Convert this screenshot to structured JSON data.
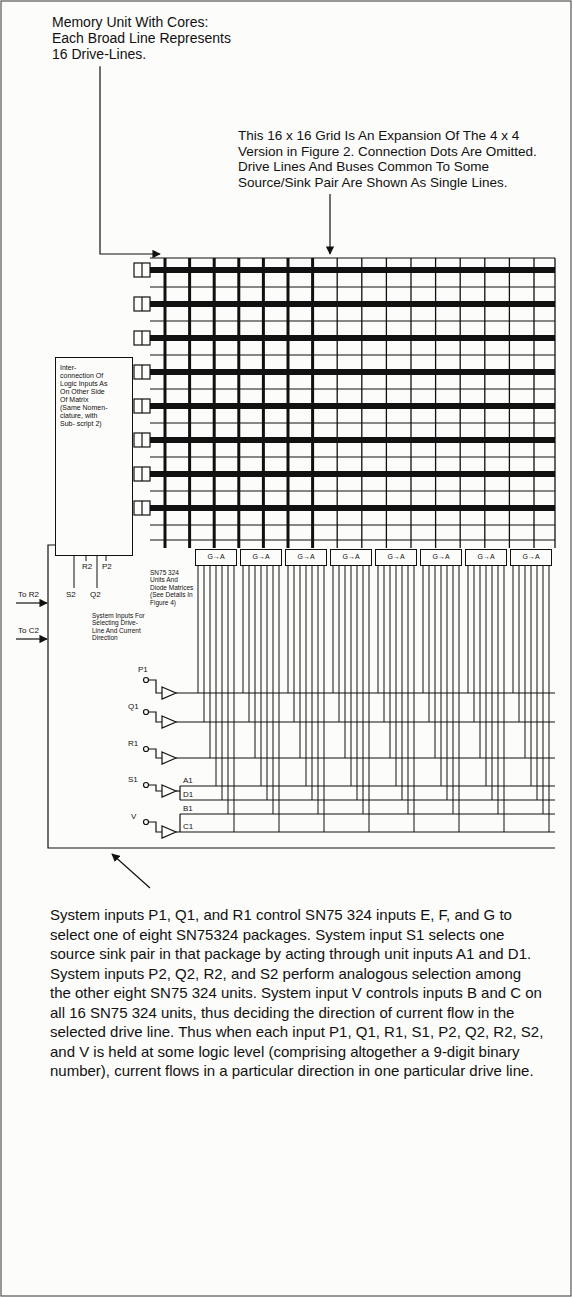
{
  "diagram": {
    "caption": "System inputs P1, Q1, and R1 control SN75 324 inputs E, F, and G to select one of eight SN75324 packages. System input S1 selects one source sink pair in that package by acting through unit inputs A1 and D1. System inputs P2, Q2, R2, and S2 perform analogous selection among the other eight SN75 324 units. System input V controls inputs B and C on all 16 SN75 324 units, thus deciding the direction of current flow in the selected drive line. Thus when each input P1, Q1, R1, S1, P2, Q2, R2, S2, and V is held at some logic level (comprising altogether a 9-digit binary number), current flows in a particular direction in one particular drive line.",
    "nodes": [
      {
        "text": [
          "Inter- connection Of Logic Inputs As On Other Side Of Matrix (Same Nomen- clature, with Sub- script 2)"
        ]
      },
      {
        "text": [
          "G→A"
        ]
      },
      {
        "text": [
          "G→A"
        ]
      },
      {
        "text": [
          "G→A"
        ]
      },
      {
        "text": [
          "G→A"
        ]
      },
      {
        "text": [
          "G→A"
        ]
      },
      {
        "text": [
          "G→A"
        ]
      },
      {
        "text": [
          "G→A"
        ]
      },
      {
        "text": [
          "G→A"
        ]
      }
    ],
    "labels": [
      "Memory Unit With Cores: Each Broad Line Represents 16 Drive-Lines.",
      "This 16 x 16 Grid Is An Expansion Of The 4 x 4 Version in Figure 2. Connection Dots Are Omitted. Drive Lines And Buses Common To Some Source/Sink Pair Are Shown As Single Lines.",
      "R2",
      "P2",
      "S2",
      "Q2",
      "SN75 324 Units And Diode Matrices (See Details In Figure 4)",
      "To R2",
      "To C2",
      "System Inputs For Selecting Drive-Line And Current Direction",
      "P1",
      "Q1",
      "R1",
      "S1",
      "V",
      "A1",
      "D1",
      "B1",
      "C1"
    ]
  }
}
